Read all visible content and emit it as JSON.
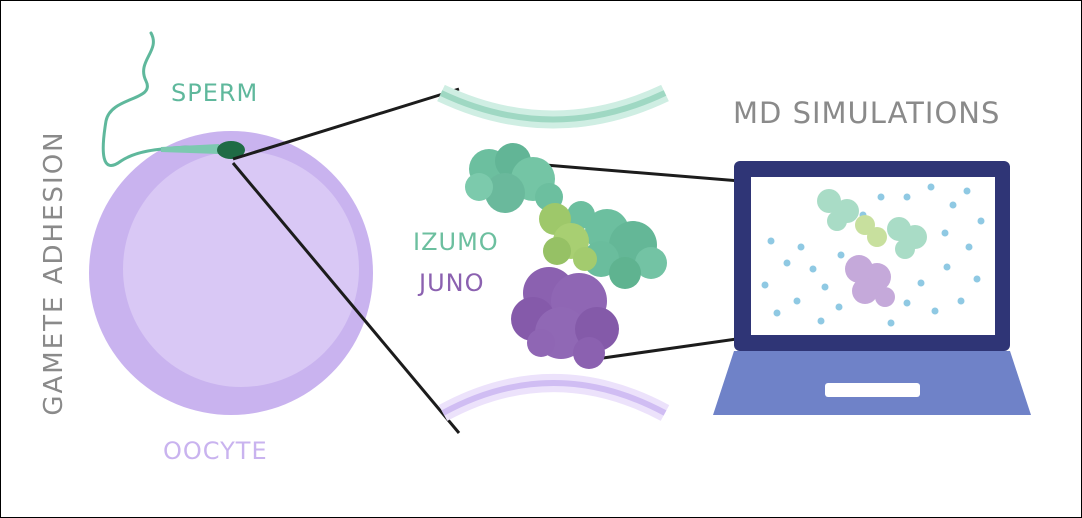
{
  "labels": {
    "side_title": "GAMETE ADHESION",
    "sperm": "SPERM",
    "oocyte": "OOCYTE",
    "izumo": "IZUMO",
    "juno": "JUNO",
    "md_title": "MD SIMULATIONS"
  },
  "colors": {
    "sperm": "#5fb89c",
    "oocyte": "#c9b3ef",
    "izumo": "#6cbf9f",
    "juno": "#8b61b0",
    "laptop": "#2f3576",
    "laptop_base": "#6f82c8",
    "text_gray": "#8a8a8a"
  }
}
